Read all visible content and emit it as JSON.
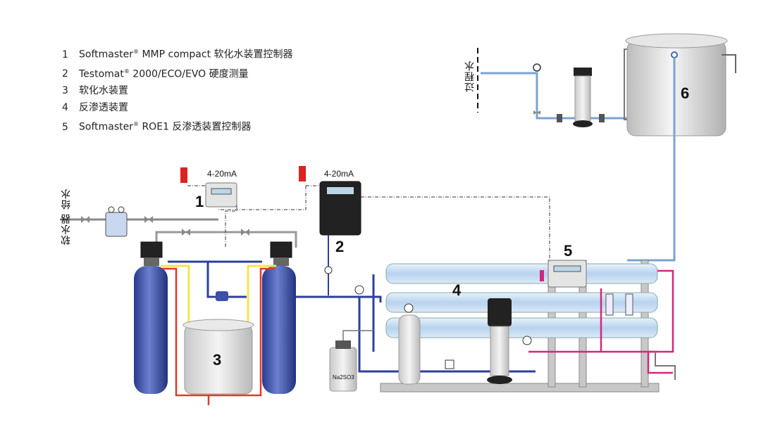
{
  "legend": [
    {
      "num": "1",
      "brand": "Softmaster",
      "text": " MMP compact 软化水装置控制器",
      "reg": true
    },
    {
      "num": "2",
      "brand": "Testomat",
      "text": " 2000/ECO/EVO 硬度测量",
      "reg": true
    },
    {
      "num": "3",
      "brand": "",
      "text": "软化水装置",
      "reg": false
    },
    {
      "num": "4",
      "brand": "",
      "text": "反渗透装置",
      "reg": false
    },
    {
      "num": "5",
      "brand": "Softmaster",
      "text": " ROE1 反渗透装置控制器",
      "reg": true
    }
  ],
  "reg_mark": "®",
  "component_numbers": {
    "c1": "1",
    "c2": "2",
    "c3": "3",
    "c4": "4",
    "c5": "5",
    "c6": "6"
  },
  "signal_labels": {
    "s1": "4-20mA",
    "s2": "4-20mA"
  },
  "side_labels": {
    "inlet": "软水器 给水",
    "process": "过程水"
  },
  "chemical": "Na2SO3",
  "colors": {
    "blue_pipe": "#2e3f9a",
    "light_pipe": "#7aa3d4",
    "red_pipe": "#e03a2a",
    "yellow_pipe": "#f3e64a",
    "magenta_pipe": "#d4267f",
    "tank": "#3d4fa8",
    "membrane": "#c9dff2"
  }
}
